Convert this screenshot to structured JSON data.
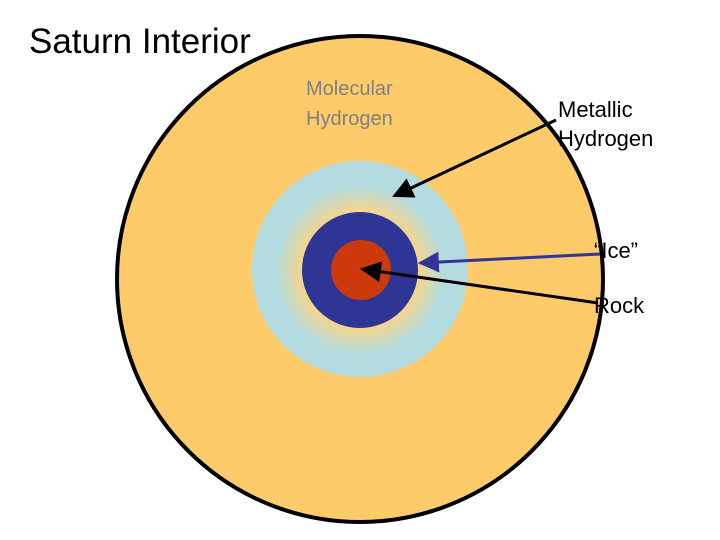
{
  "title": "Saturn Interior",
  "labels": {
    "molecular": [
      "Molecular",
      "Hydrogen"
    ],
    "metallic": [
      "Metallic",
      "Hydrogen"
    ],
    "ice": "“Ice”",
    "rock": "Rock"
  },
  "colors": {
    "molecular_hydrogen": "#fecb6a",
    "metallic_hydrogen": "#b4dce0",
    "ice": "#2f3595",
    "rock": "#cc3a0c",
    "outline": "#000000",
    "ice_arrow": "#333399",
    "molecular_label_text": "#808080",
    "text": "#000000"
  }
}
